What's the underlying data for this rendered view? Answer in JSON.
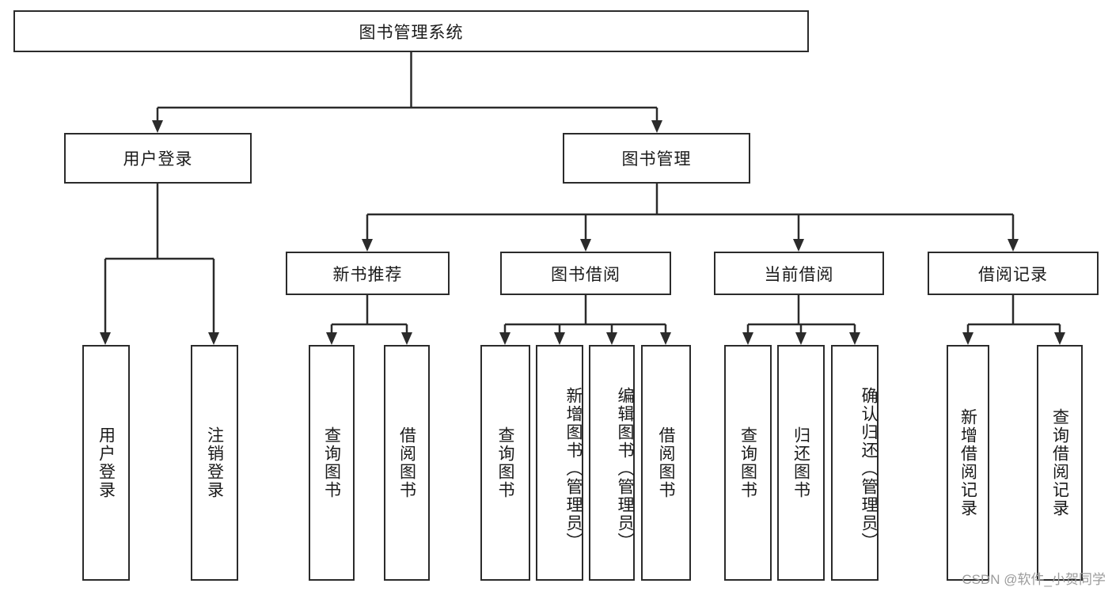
{
  "diagram": {
    "title": "图书管理系统",
    "watermark": "CSDN @软件_小贺同学",
    "root": {
      "label": "图书管理系统"
    },
    "level2": [
      {
        "label": "用户登录"
      },
      {
        "label": "图书管理"
      }
    ],
    "level3": [
      {
        "label": "新书推荐"
      },
      {
        "label": "图书借阅"
      },
      {
        "label": "当前借阅"
      },
      {
        "label": "借阅记录"
      }
    ],
    "leaves_user_login": [
      {
        "label": "用户登录"
      },
      {
        "label": "注销登录"
      }
    ],
    "leaves_new_book": [
      {
        "label": "查询图书"
      },
      {
        "label": "借阅图书"
      }
    ],
    "leaves_borrow": [
      {
        "label": "查询图书"
      },
      {
        "label": "新增图书（管理员）"
      },
      {
        "label": "编辑图书（管理员）"
      },
      {
        "label": "借阅图书"
      }
    ],
    "leaves_current": [
      {
        "label": "查询图书"
      },
      {
        "label": "归还图书"
      },
      {
        "label": "确认归还（管理员）"
      }
    ],
    "leaves_records": [
      {
        "label": "新增借阅记录"
      },
      {
        "label": "查询借阅记录"
      }
    ],
    "colors": {
      "stroke": "#2b2b2b",
      "background": "#ffffff",
      "text": "#1a1a1a",
      "watermark": "#9b9b9b"
    }
  }
}
